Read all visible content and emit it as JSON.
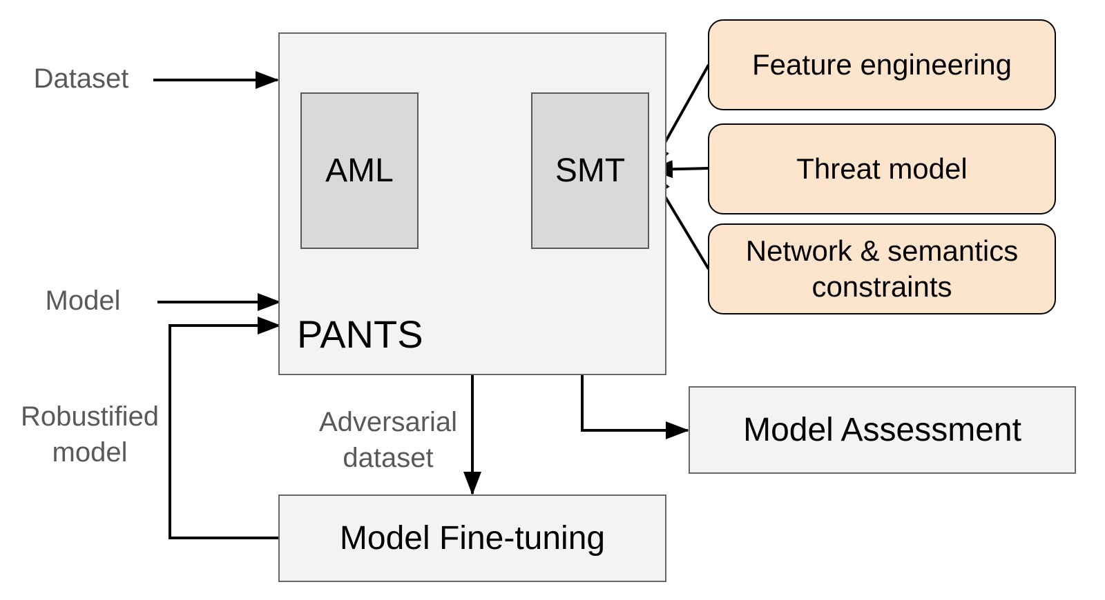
{
  "diagram": {
    "inputs": {
      "dataset": "Dataset",
      "model": "Model",
      "robustified_model": [
        "Robustified",
        "model"
      ]
    },
    "pants": {
      "label": "PANTS",
      "aml": "AML",
      "smt": "SMT"
    },
    "constraints": {
      "feature_engineering": "Feature engineering",
      "threat_model": "Threat model",
      "network_semantics": [
        "Network & semantics",
        "constraints"
      ]
    },
    "outputs": {
      "adversarial_dataset": [
        "Adversarial",
        "dataset"
      ],
      "model_assessment": "Model Assessment",
      "model_finetuning": "Model Fine-tuning"
    },
    "colors": {
      "constraint_fill": "#fde5cd",
      "box_fill": "#f3f3f3",
      "inner_fill": "#d9d9d9",
      "label_text": "#595959"
    }
  }
}
